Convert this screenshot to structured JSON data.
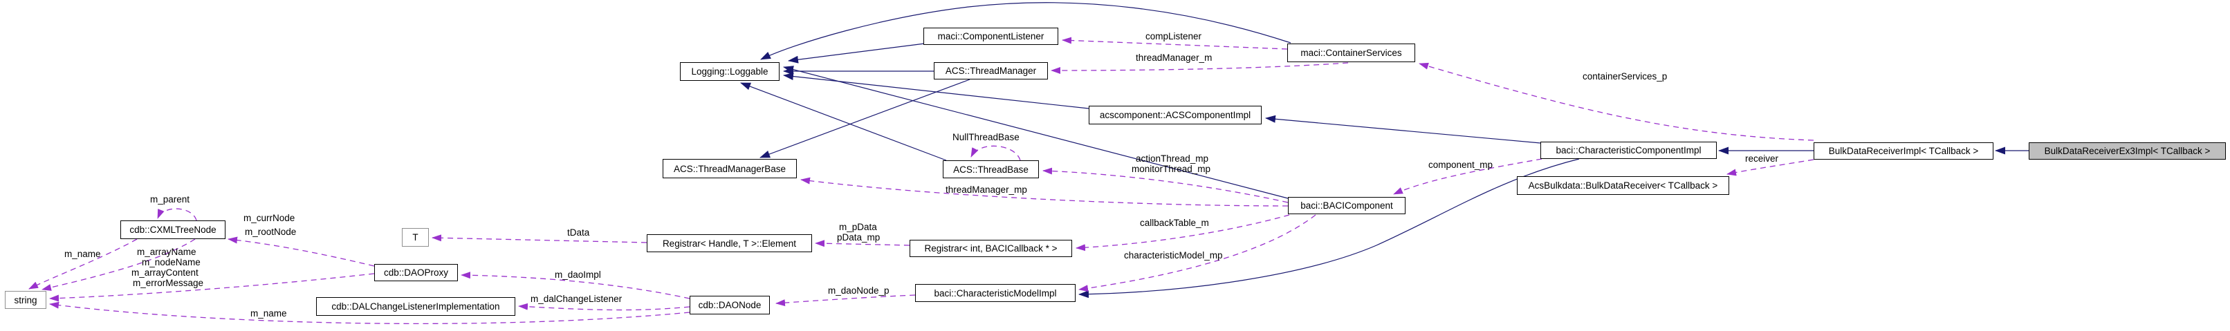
{
  "diagram_type": "collaboration-graph",
  "colors": {
    "inheritance_edge": "#191970",
    "usage_edge": "#9932cc",
    "node_border": "#000000",
    "node_fill": "#ffffff",
    "selected_node_fill": "#bfbfbf",
    "external_node_border": "#8f8f8f",
    "label_color": "#000000",
    "background": "#ffffff"
  },
  "nodes": {
    "loggable": {
      "label": "Logging::Loggable"
    },
    "component_listener": {
      "label": "maci::ComponentListener"
    },
    "thread_manager": {
      "label": "ACS::ThreadManager"
    },
    "container_services": {
      "label": "maci::ContainerServices"
    },
    "acs_component_impl": {
      "label": "acscomponent::ACSComponentImpl"
    },
    "thread_manager_base": {
      "label": "ACS::ThreadManagerBase"
    },
    "thread_base": {
      "label": "ACS::ThreadBase"
    },
    "baci_component": {
      "label": "baci::BACIComponent"
    },
    "char_component_impl": {
      "label": "baci::CharacteristicComponentImpl"
    },
    "acs_bulkdata_receiver": {
      "label": "AcsBulkdata::BulkDataReceiver< TCallback >"
    },
    "bulkdata_receiver_impl": {
      "label": "BulkDataReceiverImpl< TCallback >"
    },
    "bulkdata_receiver_ex3": {
      "label": "BulkDataReceiverEx3Impl< TCallback >"
    },
    "cxml_tree_node": {
      "label": "cdb::CXMLTreeNode"
    },
    "t_node": {
      "label": "T"
    },
    "registrar_element": {
      "label": "Registrar< Handle, T >::Element"
    },
    "registrar_int": {
      "label": "Registrar< int, BACICallback * >"
    },
    "dao_proxy": {
      "label": "cdb::DAOProxy"
    },
    "string_node": {
      "label": "string"
    },
    "dal_change_listener": {
      "label": "cdb::DALChangeListenerImplementation"
    },
    "dao_node": {
      "label": "cdb::DAONode"
    },
    "char_model_impl": {
      "label": "baci::CharacteristicModelImpl"
    }
  },
  "labels": {
    "comp_listener": "compListener",
    "thread_manager_m": "threadManager_m",
    "container_services_p": "containerServices_p",
    "null_thread_base": "NullThreadBase",
    "action_thread_mp": "actionThread_mp",
    "monitor_thread_mp": "monitorThread_mp",
    "thread_manager_mp": "threadManager_mp",
    "component_mp": "component_mp",
    "receiver": "receiver",
    "m_parent": "m_parent",
    "m_curr_node": "m_currNode",
    "m_root_node": "m_rootNode",
    "m_name_left": "m_name",
    "m_array_name": "m_arrayName",
    "m_node_name": "m_nodeName",
    "m_array_content": "m_arrayContent",
    "m_error_message": "m_errorMessage",
    "t_data": "tData",
    "m_p_data": "m_pData",
    "p_data_mp": "pData_mp",
    "callback_table_m": "callbackTable_m",
    "characteristic_model_mp": "characteristicModel_mp",
    "m_dao_impl": "m_daoImpl",
    "m_dal_change_listener": "m_dalChangeListener",
    "m_dao_node_p": "m_daoNode_p",
    "m_name_bottom": "m_name"
  }
}
